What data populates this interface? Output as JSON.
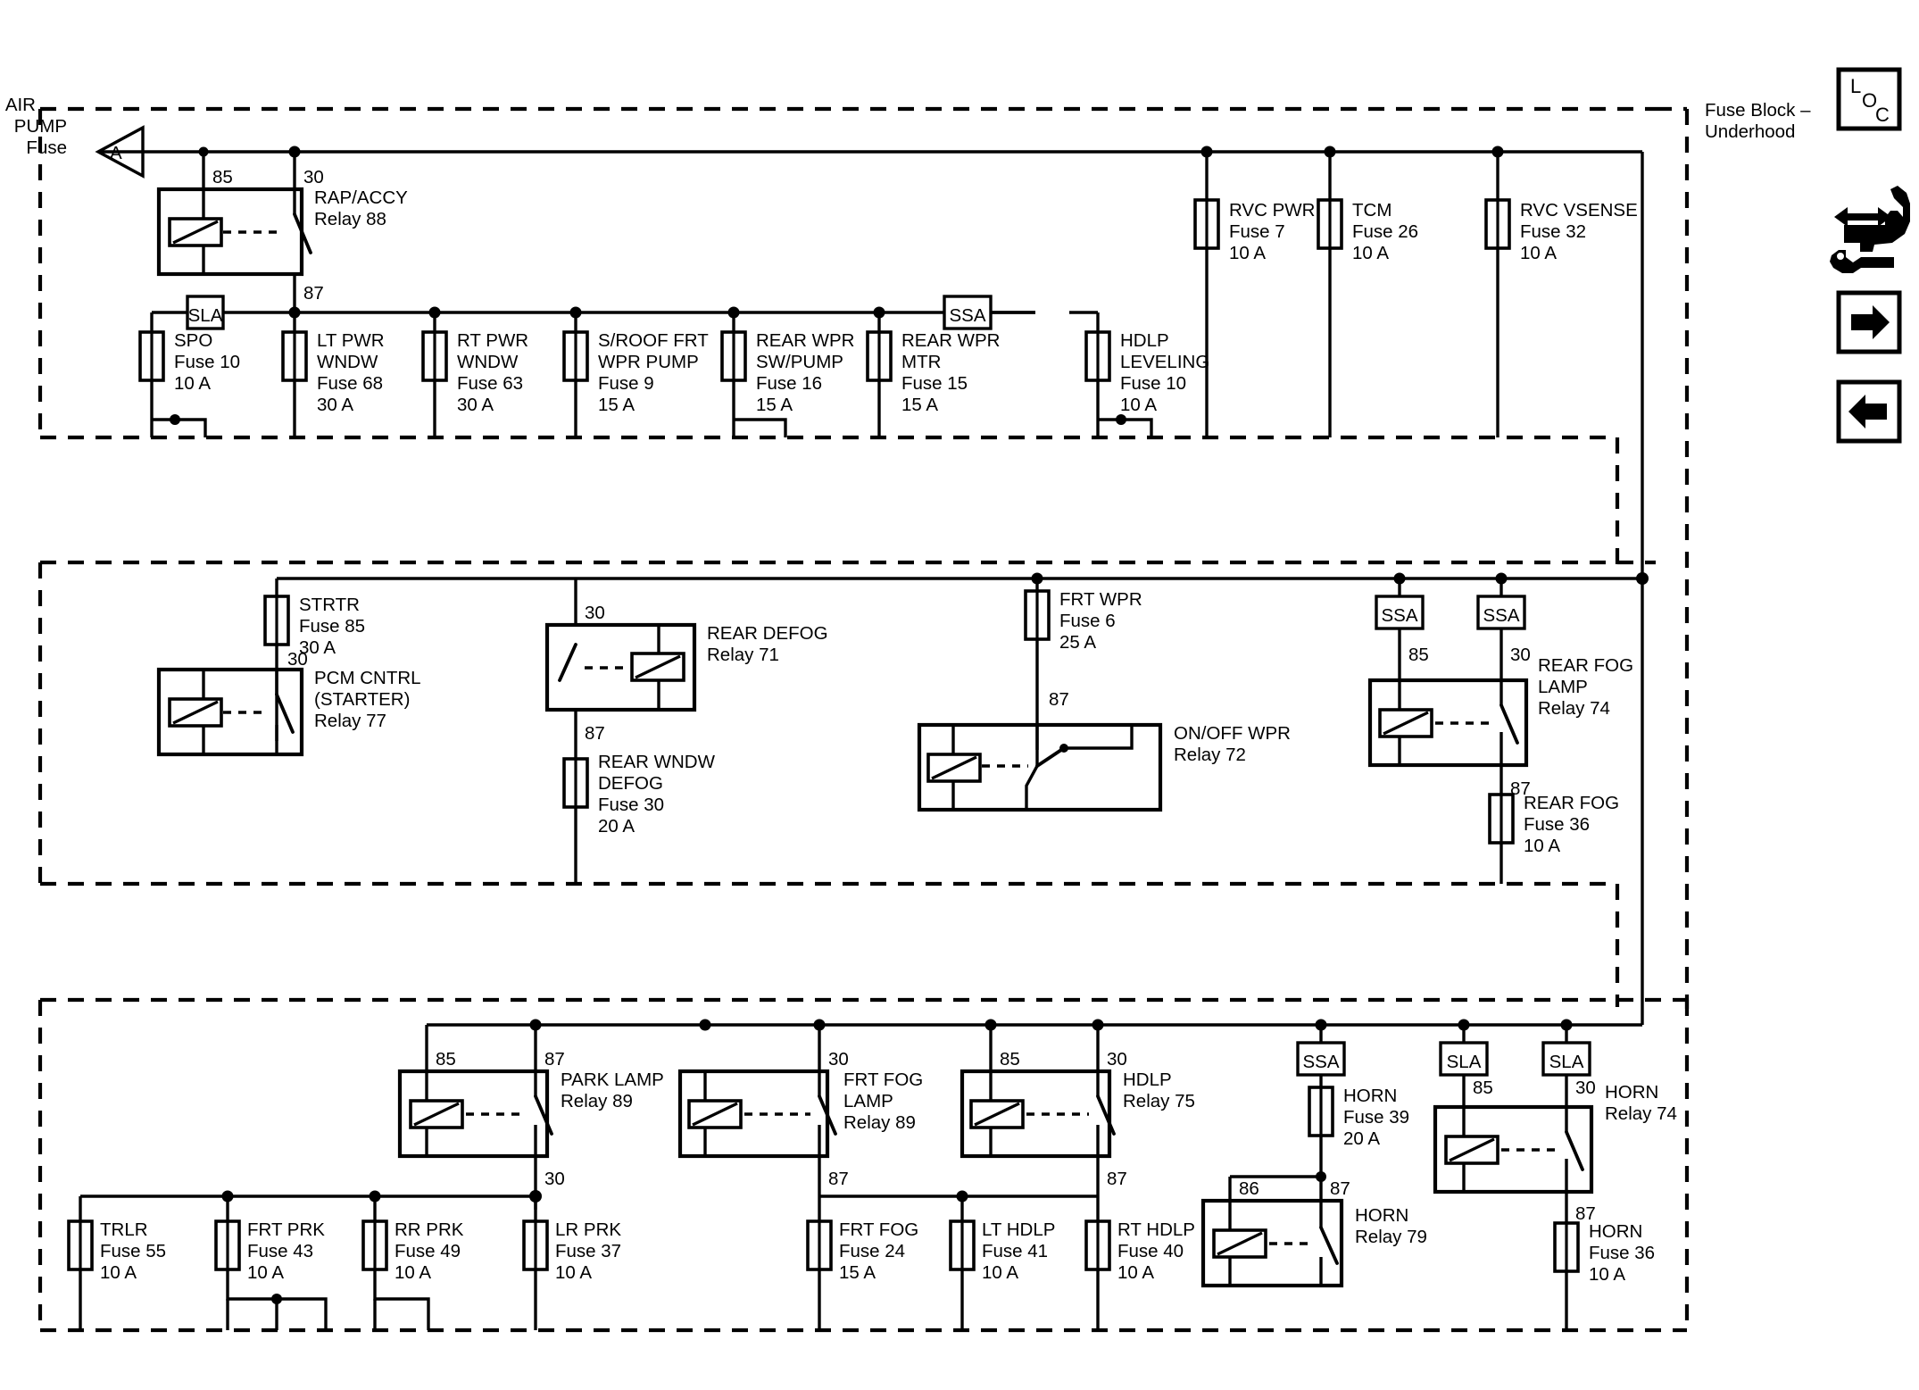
{
  "diagram": {
    "title": "Fuse Block – Underhood",
    "title_line1": "Fuse Block –",
    "title_line2": "Underhood",
    "source": {
      "name_line1": "AIR",
      "name_line2": "PUMP",
      "name_line3": "Fuse",
      "connector_letter": "A"
    }
  },
  "nav": {
    "loc_letters": {
      "l": "L",
      "o": "O",
      "c": "C"
    },
    "loc_label": "LOC",
    "tools_icon": "hand-wrench-icon",
    "next_label": "→",
    "prev_label": "←"
  },
  "splices": {
    "sla": "SLA",
    "ssa": "SSA"
  },
  "pins": {
    "p85": "85",
    "p30": "30",
    "p87": "87",
    "p86": "86"
  },
  "row1": {
    "relay": {
      "name_line1": "RAP/ACCY",
      "name_line2": "Relay 88",
      "pin_left": "85",
      "pin_right": "30",
      "pin_out": "87"
    },
    "fuses": [
      {
        "name_line1": "SPO",
        "name_line2": "",
        "fuse": "Fuse 10",
        "amp": "10 A"
      },
      {
        "name_line1": "LT PWR",
        "name_line2": "WNDW",
        "fuse": "Fuse 68",
        "amp": "30 A"
      },
      {
        "name_line1": "RT PWR",
        "name_line2": "WNDW",
        "fuse": "Fuse 63",
        "amp": "30 A"
      },
      {
        "name_line1": "S/ROOF FRT",
        "name_line2": "WPR PUMP",
        "fuse": "Fuse 9",
        "amp": "15 A"
      },
      {
        "name_line1": "REAR WPR",
        "name_line2": "SW/PUMP",
        "fuse": "Fuse 16",
        "amp": "15 A"
      },
      {
        "name_line1": "REAR WPR",
        "name_line2": "MTR",
        "fuse": "Fuse 15",
        "amp": "15 A"
      },
      {
        "name_line1": "HDLP",
        "name_line2": "LEVELING",
        "fuse": "Fuse 10",
        "amp": "10 A"
      }
    ],
    "right_fuses": [
      {
        "name_line1": "RVC PWR",
        "name_line2": "",
        "fuse": "Fuse 7",
        "amp": "10 A"
      },
      {
        "name_line1": "TCM",
        "name_line2": "",
        "fuse": "Fuse 26",
        "amp": "10 A"
      },
      {
        "name_line1": "RVC VSENSE",
        "name_line2": "",
        "fuse": "Fuse 32",
        "amp": "10 A"
      }
    ]
  },
  "row2": {
    "strtr_fuse": {
      "name_line1": "STRTR",
      "name_line2": "",
      "fuse": "Fuse 85",
      "amp": "30 A"
    },
    "pcm_relay": {
      "name_line1": "PCM CNTRL",
      "name_line2": "(STARTER)",
      "name_line3": "Relay 77",
      "pin_in": "30"
    },
    "rear_defog_relay": {
      "name_line1": "REAR DEFOG",
      "name_line2": "Relay 71",
      "pin_in": "30",
      "pin_out": "87"
    },
    "rear_wndw_defog_fuse": {
      "name_line1": "REAR WNDW",
      "name_line2": "DEFOG",
      "fuse": "Fuse 30",
      "amp": "20 A"
    },
    "frt_wpr_fuse": {
      "name_line1": "FRT WPR",
      "name_line2": "",
      "fuse": "Fuse 6",
      "amp": "25 A"
    },
    "onoff_wpr_relay": {
      "name_line1": "ON/OFF WPR",
      "name_line2": "Relay 72",
      "pin_in": "87"
    },
    "rear_fog_relay": {
      "name_line1": "REAR FOG",
      "name_line2": "LAMP",
      "name_line3": "Relay 74",
      "pin_left": "85",
      "pin_right": "30",
      "pin_out": "87",
      "splice_left": "SSA",
      "splice_right": "SSA"
    },
    "rear_fog_fuse": {
      "name_line1": "REAR FOG",
      "name_line2": "",
      "fuse": "Fuse 36",
      "amp": "10 A"
    }
  },
  "row3": {
    "park_lamp_relay": {
      "name_line1": "PARK LAMP",
      "name_line2": "Relay 89",
      "pin_left": "85",
      "pin_right": "87",
      "pin_out": "30"
    },
    "frt_fog_relay": {
      "name_line1": "FRT FOG",
      "name_line2": "LAMP",
      "name_line3": "Relay 89",
      "pin_right": "30",
      "pin_out": "87"
    },
    "hdlp_relay": {
      "name_line1": "HDLP",
      "name_line2": "Relay 75",
      "pin_left": "85",
      "pin_right": "30",
      "pin_out": "87"
    },
    "horn_fuse_39": {
      "name_line1": "HORN",
      "name_line2": "",
      "fuse": "Fuse 39",
      "amp": "20 A",
      "splice": "SSA"
    },
    "horn_relay_79": {
      "name_line1": "HORN",
      "name_line2": "Relay 79",
      "pin_left": "86",
      "pin_right": "87"
    },
    "horn_relay_74": {
      "name_line1": "HORN",
      "name_line2": "Relay 74",
      "pin_left": "85",
      "pin_right": "30",
      "pin_out": "87",
      "splice_left": "SLA",
      "splice_right": "SLA"
    },
    "horn_fuse_36": {
      "name_line1": "HORN",
      "name_line2": "",
      "fuse": "Fuse 36",
      "amp": "10 A"
    },
    "fuses": [
      {
        "name_line1": "TRLR",
        "fuse": "Fuse 55",
        "amp": "10 A"
      },
      {
        "name_line1": "FRT PRK",
        "fuse": "Fuse 43",
        "amp": "10 A"
      },
      {
        "name_line1": "RR PRK",
        "fuse": "Fuse 49",
        "amp": "10 A"
      },
      {
        "name_line1": "LR PRK",
        "fuse": "Fuse 37",
        "amp": "10 A"
      },
      {
        "name_line1": "FRT FOG",
        "fuse": "Fuse 24",
        "amp": "15 A"
      },
      {
        "name_line1": "LT HDLP",
        "fuse": "Fuse 41",
        "amp": "10 A"
      },
      {
        "name_line1": "RT HDLP",
        "fuse": "Fuse 40",
        "amp": "10 A"
      }
    ]
  }
}
